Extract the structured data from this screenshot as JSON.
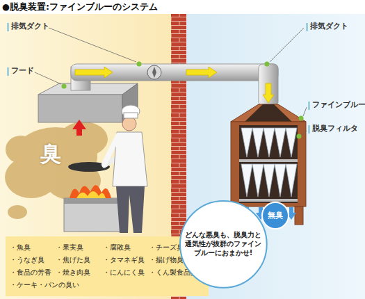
{
  "diagram": {
    "title": "●脱臭装置:ファインブルーのシステム",
    "nodes": [
      {
        "text": [
          "臭"
        ]
      },
      {
        "text": [
          "・魚臭",
          "・うなぎ臭",
          "・食品の芳香",
          "・ケーキ・パンの臭い",
          "・果実臭",
          "・焦げた臭",
          "・焼き肉臭",
          "・腐敗臭",
          "・タマネギ臭",
          "・にんにく臭",
          "・チーズ臭",
          "・揚げ物臭",
          "・くん製食品臭"
        ]
      },
      {
        "text": [
          "無臭"
        ]
      },
      {
        "text": [
          "どんな悪臭も、脱臭力と通気性が抜群のファインブルーにおまかせ!"
        ]
      }
    ],
    "labels": [
      "排気ダクト",
      "フード",
      "排気ダクト",
      "ファインブルー",
      "脱臭フィルタ"
    ]
  }
}
